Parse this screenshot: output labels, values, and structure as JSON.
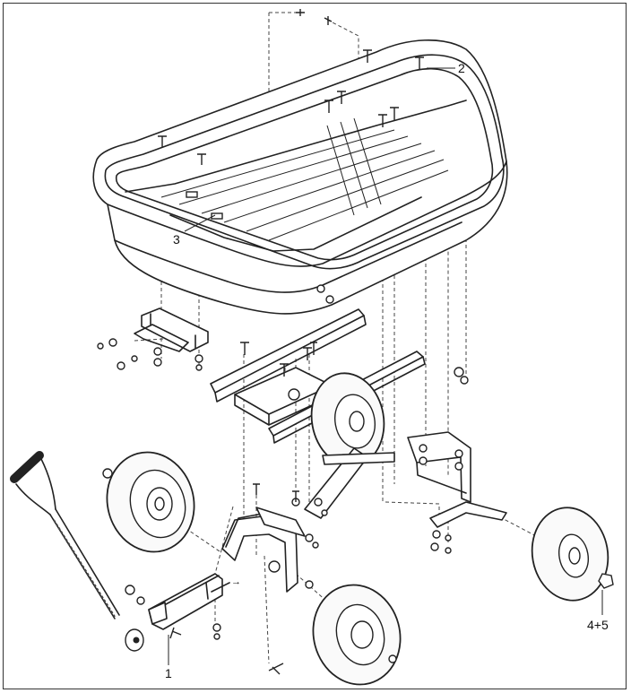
{
  "callouts": {
    "c1": "1",
    "c2": "2",
    "c3": "3",
    "c45": "4+5"
  },
  "colors": {
    "line": "#222222",
    "background": "#ffffff"
  }
}
